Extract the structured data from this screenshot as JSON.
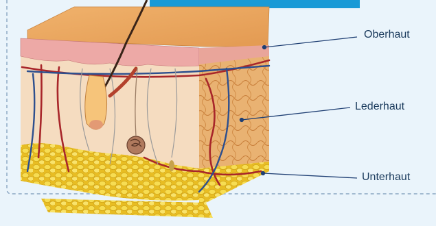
{
  "labels": {
    "oberhaut": "Oberhaut",
    "lederhaut": "Lederhaut",
    "unterhaut": "Unterhaut"
  },
  "colors": {
    "background": "#eaf4fb",
    "banner": "#1a9ad6",
    "leader_line": "#1f3f73",
    "label_text": "#1a3a5c",
    "epidermis_top": "#e9a75e",
    "dermis": "#f4dcc0",
    "fat": "#f2d23a",
    "artery": "#a8262a",
    "vein": "#2d4f8e"
  },
  "icons": [
    "skin-cross-section-illustration",
    "hair-icon",
    "sweat-gland-icon"
  ]
}
